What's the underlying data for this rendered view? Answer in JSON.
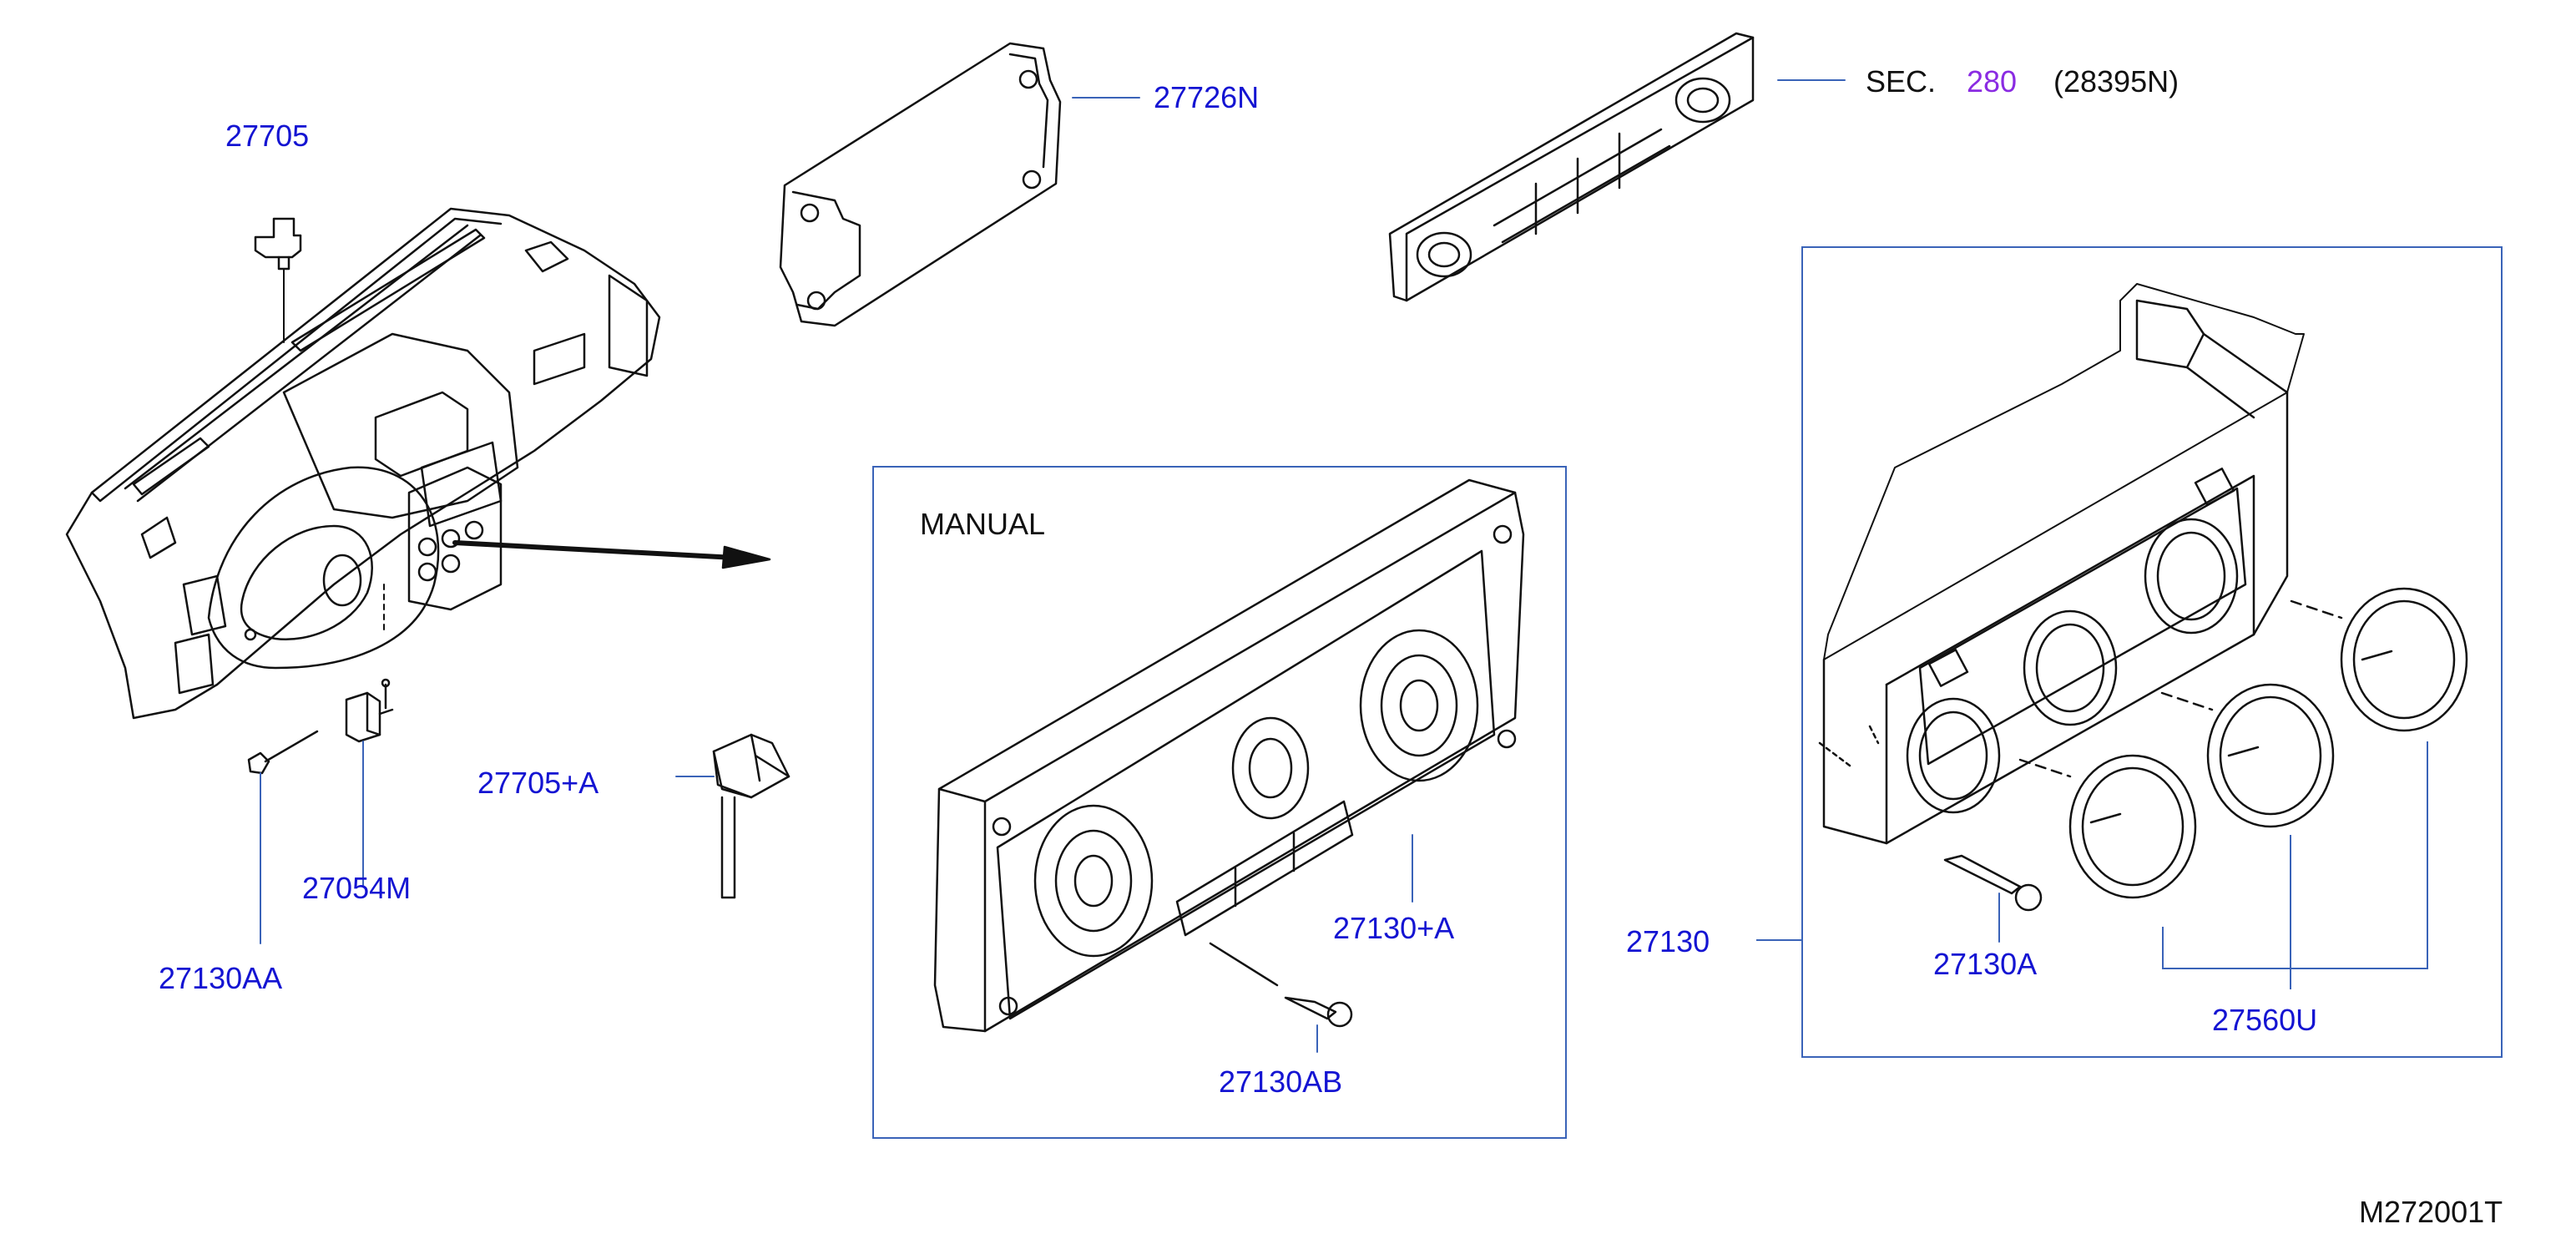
{
  "colors": {
    "part_number": "#1414d2",
    "leader_line": "#3a63b8",
    "section_ref": "#8a2be2",
    "outline": "#111111"
  },
  "labels": {
    "p27705": "27705",
    "p27726N": "27726N",
    "sec_prefix": "SEC.",
    "sec_number": "280",
    "sec_part": "(28395N)",
    "manual": "MANUAL",
    "p27705A": "27705+A",
    "p27054M": "27054M",
    "p27130AA": "27130AA",
    "p27130A_plus": "27130+A",
    "p27130AB": "27130AB",
    "p27130": "27130",
    "p27130A": "27130A",
    "p27560U": "27560U",
    "diagram_code": "M272001T"
  },
  "icons": [
    "dashboard-assembly-drawing",
    "sensor-27705-drawing",
    "bracket-27726N-drawing",
    "control-panel-face-drawing",
    "manual-heater-control-drawing",
    "auto-ac-control-unit-drawing",
    "knob-drawing",
    "screw-drawing",
    "sensor-27705A-drawing",
    "connector-27054M-drawing",
    "direction-arrow"
  ]
}
